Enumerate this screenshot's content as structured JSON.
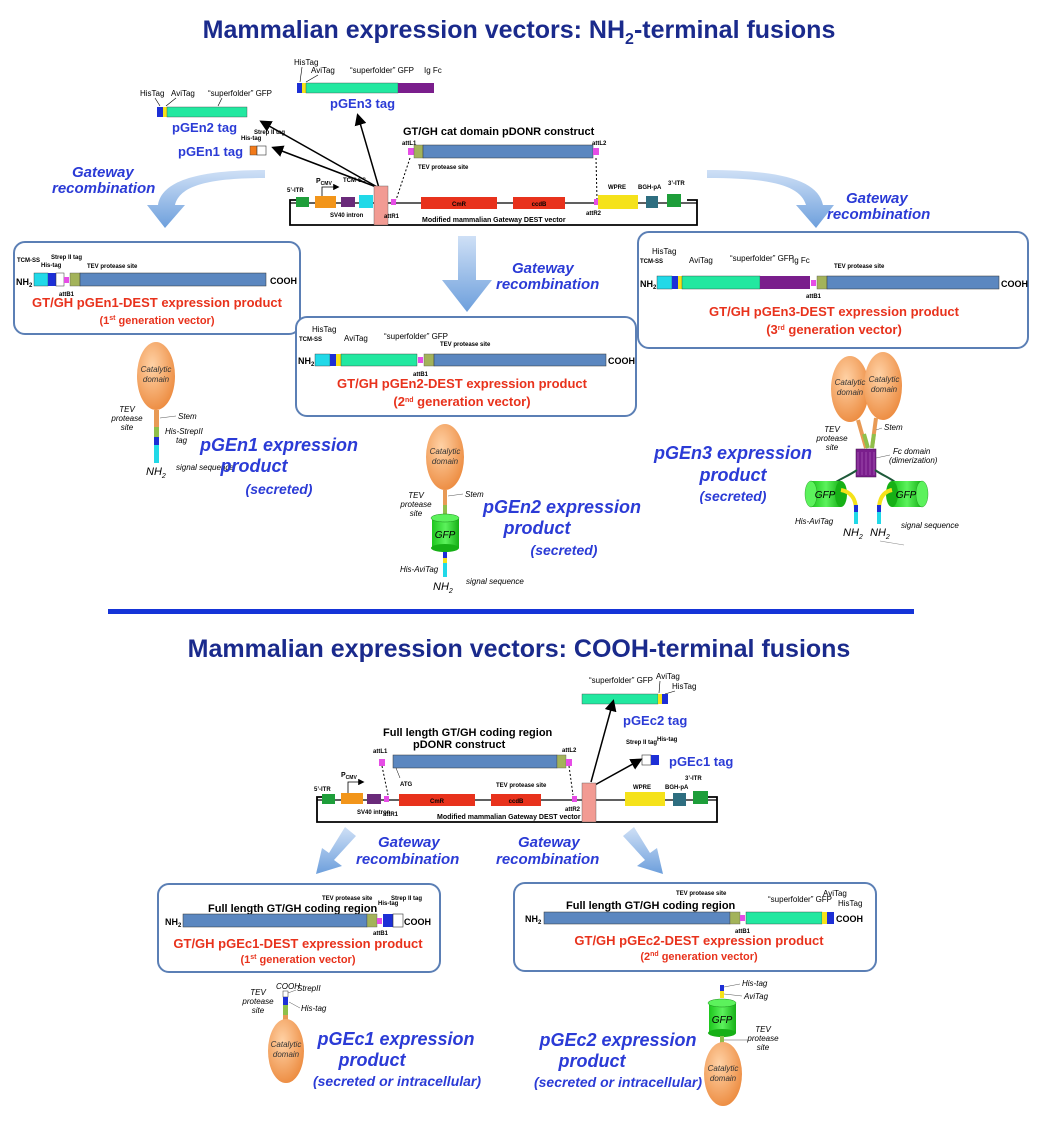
{
  "top": {
    "title": "Mammalian expression vectors: NH",
    "title_sub": "2",
    "title_end": "-terminal fusions",
    "tags": {
      "pGEn3": {
        "label": "pGEn3 tag",
        "histag": "HisTag",
        "avitag": "AviTag",
        "gfp": "“superfolder” GFP",
        "igfc": "Ig Fc"
      },
      "pGEn2": {
        "label": "pGEn2 tag",
        "histag": "HisTag",
        "avitag": "AviTag",
        "gfp": "“superfolder” GFP"
      },
      "pGEn1": {
        "label": "pGEn1 tag",
        "histag": "His-tag",
        "strep": "Strep II tag"
      }
    },
    "pdonr": {
      "title": "GT/GH cat domain pDONR construct",
      "attl1": "attL1",
      "attl2": "attL2",
      "tev": "TEV protease site"
    },
    "dest": {
      "label": "Modified mammalian Gateway DEST vector",
      "itr5": "5’-ITR",
      "pcmv": "P",
      "pcmv_sub": "CMV",
      "tcmss": "TCM-SS",
      "sv40": "SV40 intron",
      "attr1": "attR1",
      "cmr": "CmR",
      "ccdb": "ccdB",
      "attr2": "attR2",
      "wpre": "WPRE",
      "bgh": "BGH-pA",
      "itr3": "3’-ITR"
    },
    "gateway": [
      "Gateway",
      "recombination"
    ],
    "product1": {
      "tcmss": "TCM-SS",
      "his": "His-tag",
      "strep": "Strep II tag",
      "tev": "TEV protease site",
      "nh2": "NH",
      "nh2_sub": "2",
      "cooh": "COOH",
      "attb1": "attB1",
      "title": "GT/GH pGEn1-DEST expression product",
      "gen_pre": "(1",
      "gen_sup": "st",
      "gen_post": " generation vector)"
    },
    "product2": {
      "histag": "HisTag",
      "tcmss": "TCM-SS",
      "avitag": "AviTag",
      "gfp": "“superfolder” GFP",
      "tev": "TEV protease site",
      "nh2": "NH",
      "nh2_sub": "2",
      "cooh": "COOH",
      "attb1": "attB1",
      "title": "GT/GH pGEn2-DEST expression product",
      "gen_pre": "(2",
      "gen_sup": "nd",
      "gen_post": " generation vector)"
    },
    "product3": {
      "histag": "HisTag",
      "tcmss": "TCM-SS",
      "avitag": "AviTag",
      "gfp": "“superfolder” GFP",
      "igfc": "Ig Fc",
      "tev": "TEV protease site",
      "nh2": "NH",
      "nh2_sub": "2",
      "cooh": "COOH",
      "attb1": "attB1",
      "title": "GT/GH pGEn3-DEST expression product",
      "gen_pre": "(3",
      "gen_sup": "rd",
      "gen_post": " generation vector)"
    },
    "cartoon1": {
      "catalytic": [
        "Catalytic",
        "domain"
      ],
      "tev": [
        "TEV",
        "protease",
        "site"
      ],
      "stem": "Stem",
      "his": [
        "His-StrepII",
        "tag"
      ],
      "nh2": "NH",
      "nh2_sub": "2",
      "signal": "signal sequence",
      "product": [
        "pGEn1 expression",
        "product"
      ],
      "secreted": "(secreted)"
    },
    "cartoon2": {
      "catalytic": [
        "Catalytic",
        "domain"
      ],
      "tev": [
        "TEV",
        "protease",
        "site"
      ],
      "stem": "Stem",
      "gfp": "GFP",
      "his": "His-AviTag",
      "nh2": "NH",
      "nh2_sub": "2",
      "signal": "signal sequence",
      "product": [
        "pGEn2 expression",
        "product"
      ],
      "secreted": "(secreted)"
    },
    "cartoon3": {
      "catalytic": [
        "Catalytic",
        "domain"
      ],
      "tev": [
        "TEV",
        "protease",
        "site"
      ],
      "stem": "Stem",
      "fc": [
        "Fc domain",
        "(dimerization)"
      ],
      "gfp": "GFP",
      "his": "His-AviTag",
      "nh2": "NH",
      "nh2_sub": "2",
      "signal": "signal sequence",
      "product": [
        "pGEn3 expression",
        "product"
      ],
      "secreted": "(secreted)"
    }
  },
  "bottom": {
    "title": "Mammalian expression vectors: COOH-terminal fusions",
    "tags": {
      "pGEc2": {
        "label": "pGEc2 tag",
        "gfp": "“superfolder” GFP",
        "avitag": "AviTag",
        "histag": "HisTag"
      },
      "pGEc1": {
        "label": "pGEc1 tag",
        "strep": "Strep II tag",
        "his": "His-tag"
      }
    },
    "pdonr": {
      "title1": "Full length GT/GH coding region",
      "title2": "pDONR construct",
      "attl1": "attL1",
      "attl2": "attL2",
      "atg": "ATG",
      "tev": "TEV protease site"
    },
    "dest": {
      "label": "Modified mammalian Gateway DEST vector",
      "itr5": "5’-ITR",
      "pcmv": "P",
      "pcmv_sub": "CMV",
      "sv40": "SV40 intron",
      "attr1": "attR1",
      "cmr": "CmR",
      "ccdb": "ccdB",
      "attr2": "attR2",
      "wpre": "WPRE",
      "bgh": "BGH-pA",
      "itr3": "3’-ITR"
    },
    "gateway": [
      "Gateway",
      "recombination"
    ],
    "product1": {
      "coding": "Full length GT/GH coding region",
      "tev": "TEV protease site",
      "strep": "Strep II tag",
      "his": "His-tag",
      "nh2": "NH",
      "nh2_sub": "2",
      "cooh": "COOH",
      "attb1": "attB1",
      "title": "GT/GH pGEc1-DEST expression product",
      "gen_pre": "(1",
      "gen_sup": "st",
      "gen_post": " generation vector)"
    },
    "product2": {
      "coding": "Full length GT/GH coding region",
      "tev": "TEV protease site",
      "gfp": "“superfolder” GFP",
      "avitag": "AviTag",
      "histag": "HisTag",
      "nh2": "NH",
      "nh2_sub": "2",
      "cooh": "COOH",
      "attb1": "attB1",
      "title": "GT/GH pGEc2-DEST expression product",
      "gen_pre": "(2",
      "gen_sup": "nd",
      "gen_post": " generation vector)"
    },
    "cartoon1": {
      "cooh": "COOH",
      "strep": "StrepII",
      "tev": [
        "TEV",
        "protease",
        "site"
      ],
      "his": "His-tag",
      "catalytic": [
        "Catalytic",
        "domain"
      ],
      "product": [
        "pGEc1 expression",
        "product"
      ],
      "sub": "(secreted or intracellular)"
    },
    "cartoon2": {
      "his": "His-tag",
      "avitag": "AviTag",
      "gfp": "GFP",
      "tev": [
        "TEV",
        "protease",
        "site"
      ],
      "catalytic": [
        "Catalytic",
        "domain"
      ],
      "product": [
        "pGEc2 expression",
        "product"
      ],
      "sub": "(secreted or intracellular)"
    }
  },
  "colors": {
    "title": "#1a2a8c",
    "accent_blue": "#2b3bd6",
    "red_label": "#e8321c",
    "gene_blue": "#5b87c0",
    "gfp_green": "#22e8a0",
    "igfc_purple": "#7a1e8c",
    "divider": "#1534d8"
  }
}
